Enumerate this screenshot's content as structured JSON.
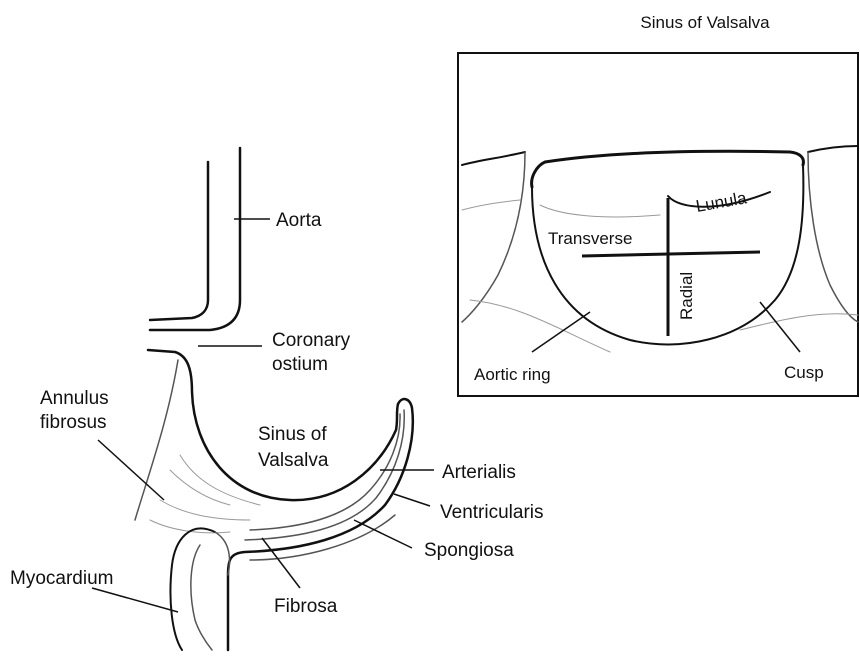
{
  "inset": {
    "title": "Sinus of Valsalva",
    "labels": {
      "lunula": "Lunula",
      "transverse": "Transverse",
      "radial": "Radial",
      "aortic_ring": "Aortic ring",
      "cusp": "Cusp"
    }
  },
  "main": {
    "labels": {
      "aorta": "Aorta",
      "coronary_line1": "Coronary",
      "coronary_line2": "ostium",
      "annulus_line1": "Annulus",
      "annulus_line2": "fibrosus",
      "sinus_line1": "Sinus of",
      "sinus_line2": "Valsalva",
      "arterialis": "Arterialis",
      "ventricularis": "Ventricularis",
      "spongiosa": "Spongiosa",
      "myocardium": "Myocardium",
      "fibrosa": "Fibrosa"
    }
  },
  "colors": {
    "ink": "#111111",
    "paper": "#ffffff"
  }
}
